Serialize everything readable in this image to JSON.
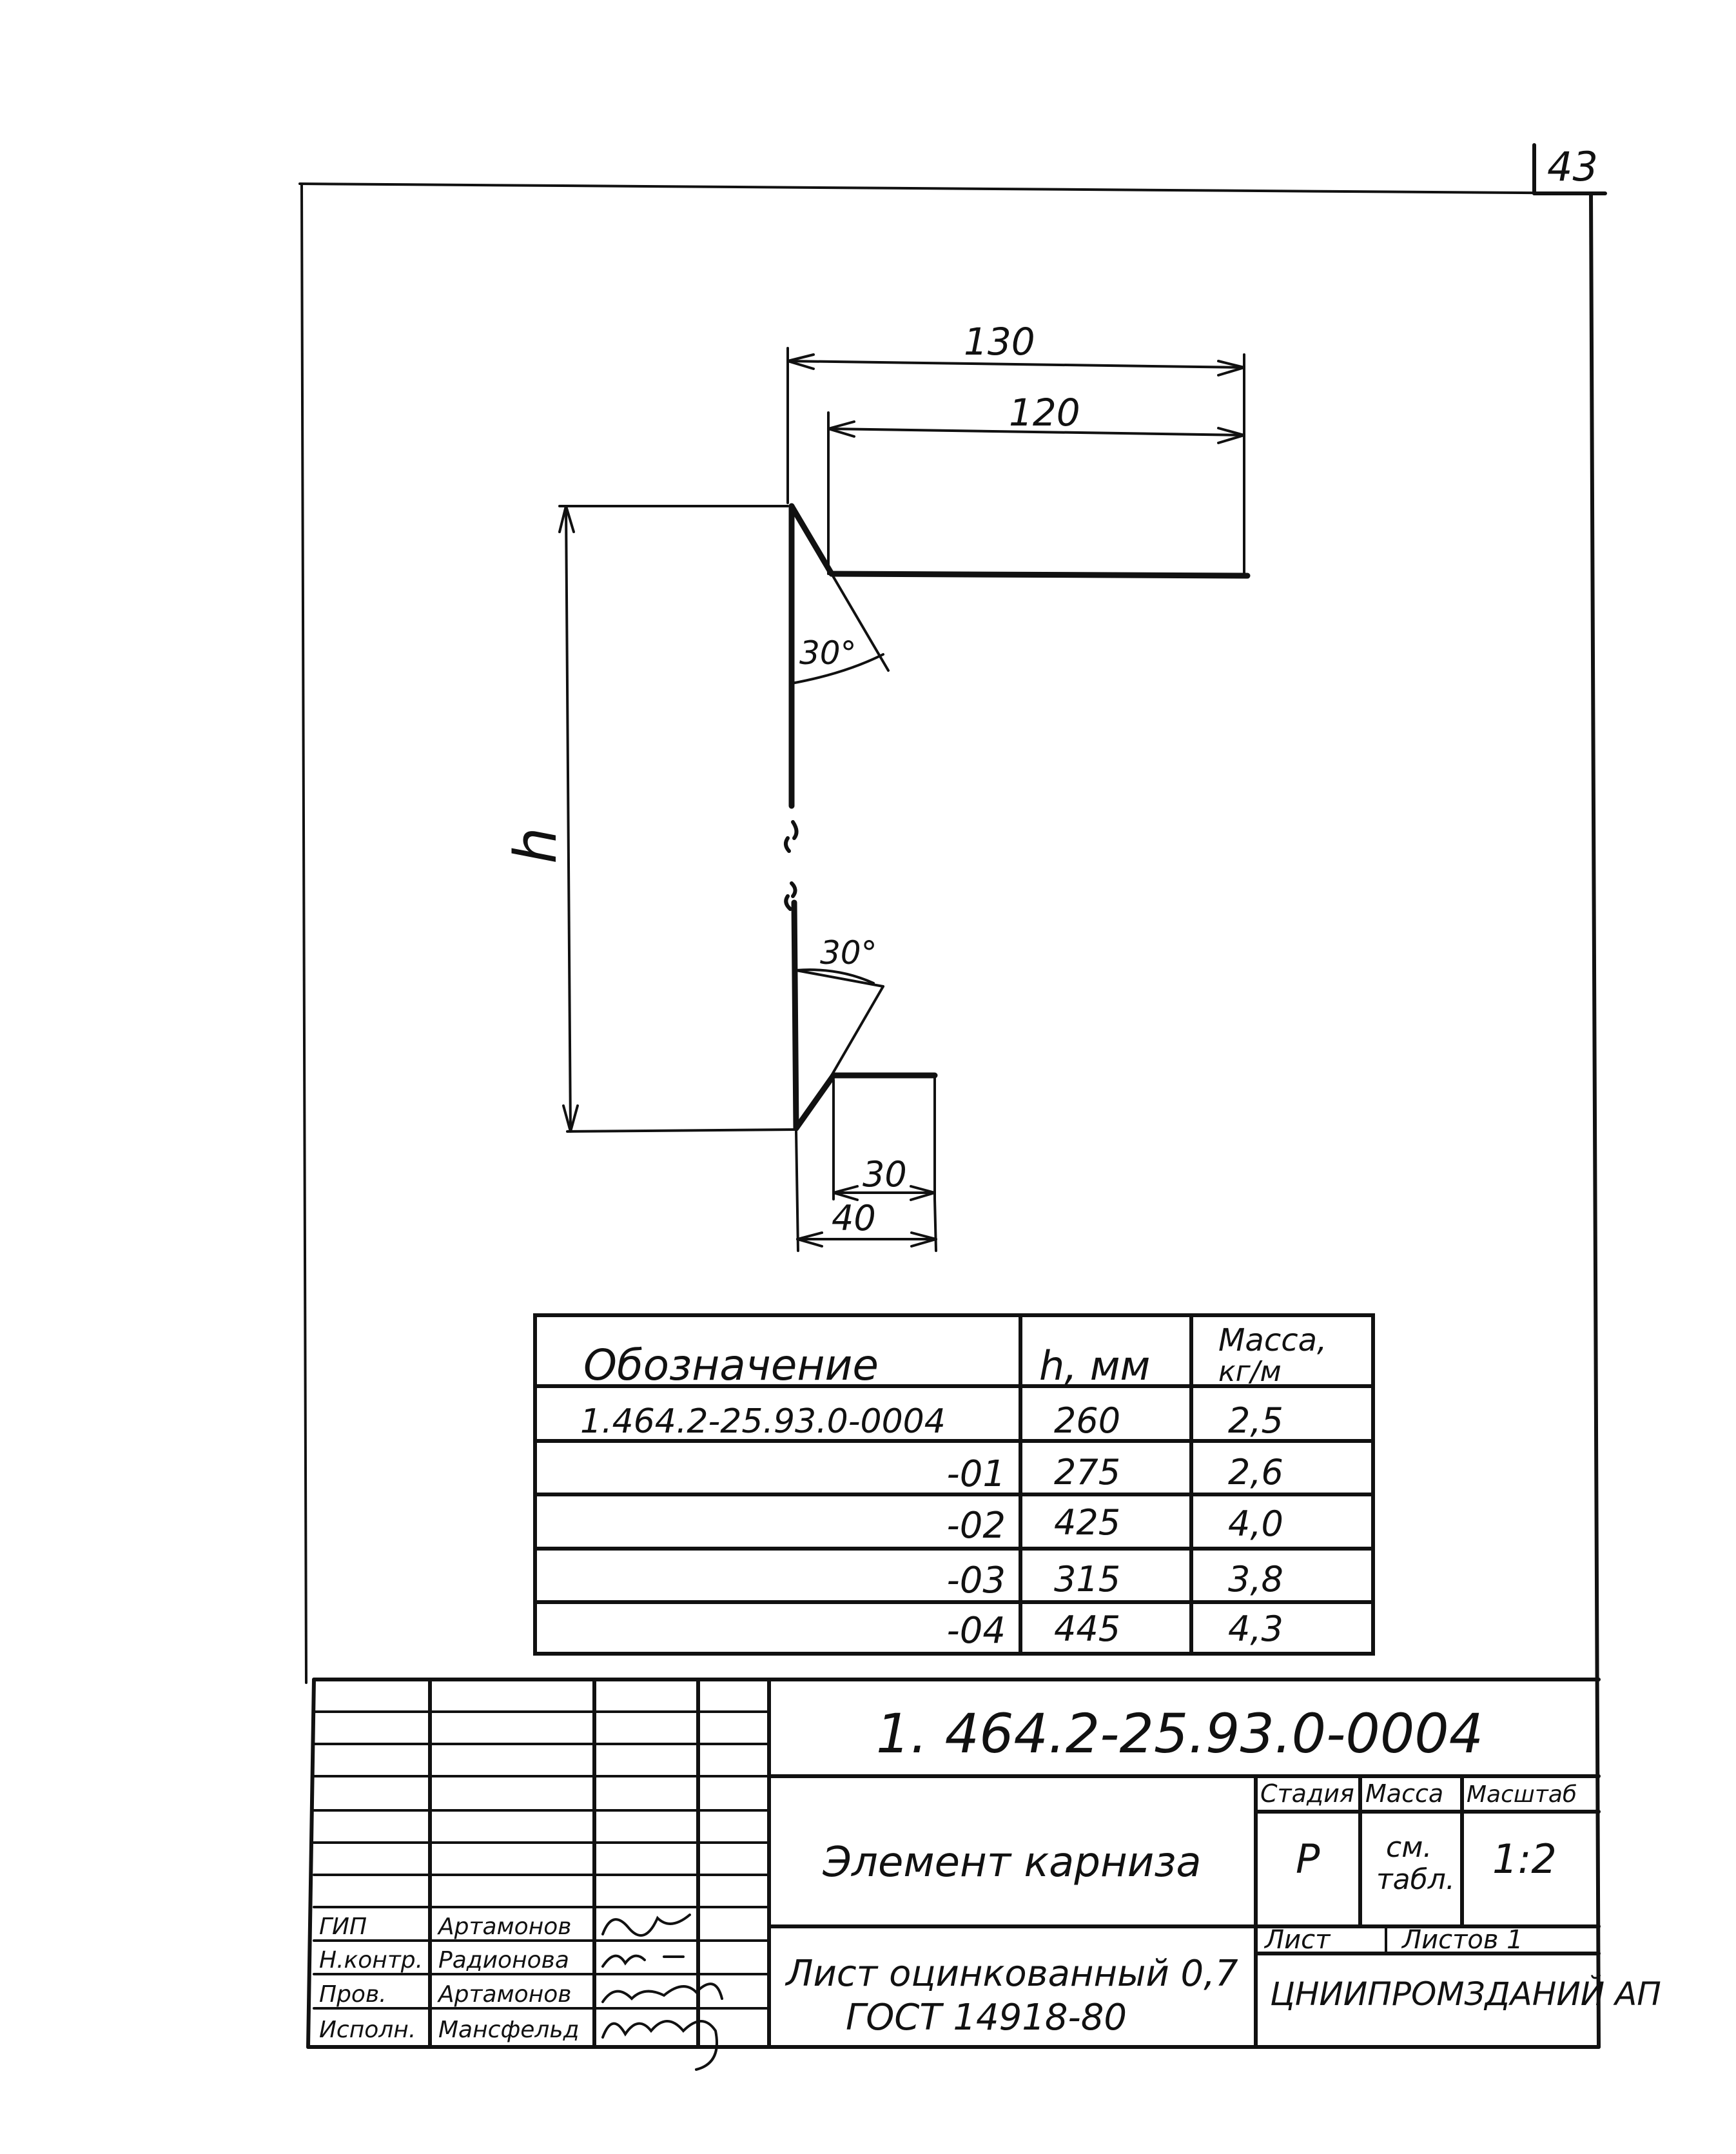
{
  "page_number": "43",
  "drawing": {
    "dim_top_outer": "130",
    "dim_top_inner": "120",
    "angle_top": "30°",
    "height_label": "h",
    "angle_bottom": "30°",
    "dim_bottom_inner": "30",
    "dim_bottom_outer": "40"
  },
  "variants_table": {
    "headers": {
      "designation": "Обозначение",
      "h": "h, мм",
      "mass_line1": "Масса,",
      "mass_line2": "кг/м"
    },
    "rows": [
      {
        "designation": "1.464.2-25.93.0-0004",
        "h": "260",
        "mass": "2,5"
      },
      {
        "designation": "-01",
        "h": "275",
        "mass": "2,6"
      },
      {
        "designation": "-02",
        "h": "425",
        "mass": "4,0"
      },
      {
        "designation": "-03",
        "h": "315",
        "mass": "3,8"
      },
      {
        "designation": "-04",
        "h": "445",
        "mass": "4,3"
      }
    ]
  },
  "title_block": {
    "document_code": "1. 464.2-25.93.0-0004",
    "item_name": "Элемент карниза",
    "material_line1": "Лист оцинкованный 0,7",
    "material_line2": "ГОСТ 14918-80",
    "organization": "ЦНИИПРОМЗДАНИЙ АП",
    "stage_label": "Стадия",
    "mass_label": "Масса",
    "scale_label": "Масштаб",
    "stage_value": "Р",
    "mass_value_line1": "см.",
    "mass_value_line2": "табл.",
    "scale_value": "1:2",
    "sheet_label": "Лист",
    "sheets_label": "Листов 1",
    "staff": [
      {
        "role": "ГИП",
        "name": "Артамонов"
      },
      {
        "role": "Н.контр.",
        "name": "Радионова"
      },
      {
        "role": "Пров.",
        "name": "Артамонов"
      },
      {
        "role": "Исполн.",
        "name": "Мансфельд"
      }
    ]
  }
}
